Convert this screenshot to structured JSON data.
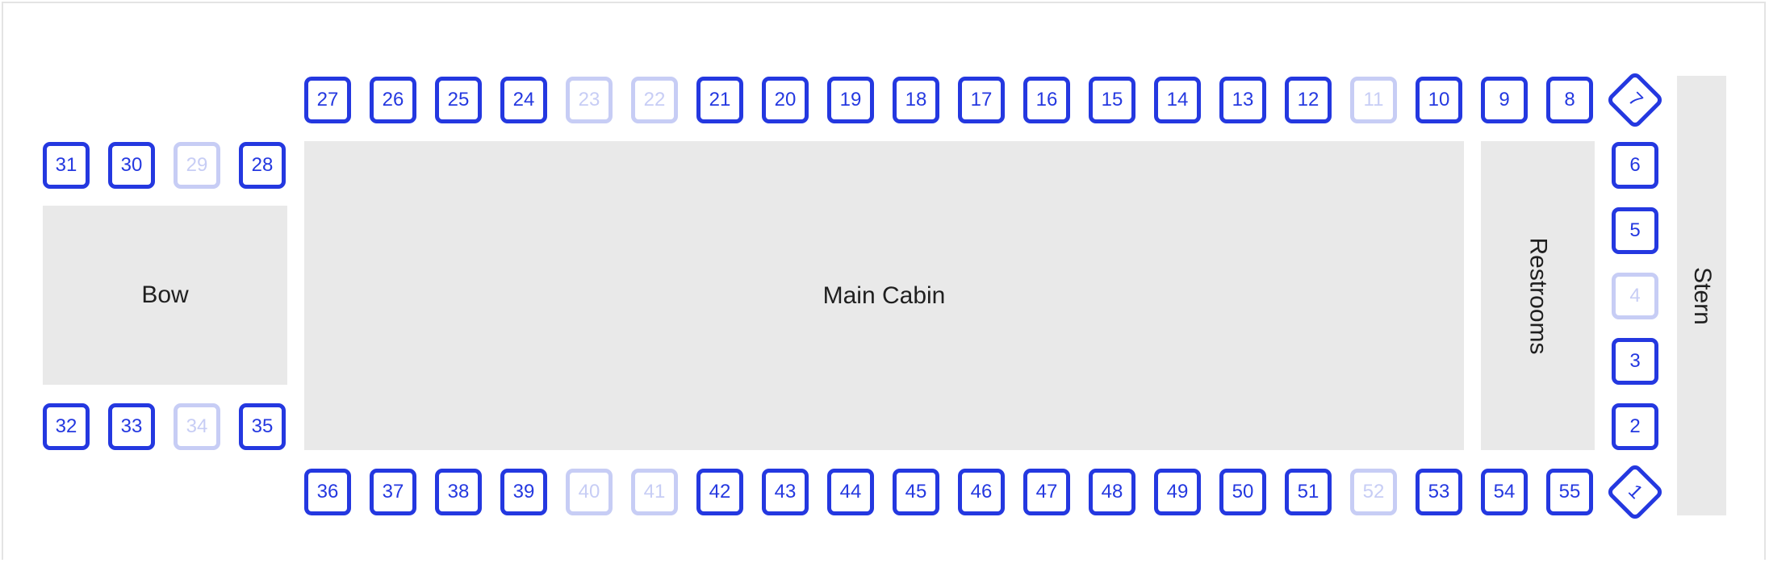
{
  "areas": {
    "bow": "Bow",
    "main_cabin": "Main Cabin",
    "restrooms": "Restrooms",
    "stern": "Stern"
  },
  "colors": {
    "available": "#2438e0",
    "unavailable": "#c7cdf5",
    "area_fill": "#e9e9e9"
  },
  "seats": {
    "top_row": [
      {
        "label": "27",
        "available": true
      },
      {
        "label": "26",
        "available": true
      },
      {
        "label": "25",
        "available": true
      },
      {
        "label": "24",
        "available": true
      },
      {
        "label": "23",
        "available": false
      },
      {
        "label": "22",
        "available": false
      },
      {
        "label": "21",
        "available": true
      },
      {
        "label": "20",
        "available": true
      },
      {
        "label": "19",
        "available": true
      },
      {
        "label": "18",
        "available": true
      },
      {
        "label": "17",
        "available": true
      },
      {
        "label": "16",
        "available": true
      },
      {
        "label": "15",
        "available": true
      },
      {
        "label": "14",
        "available": true
      },
      {
        "label": "13",
        "available": true
      },
      {
        "label": "12",
        "available": true
      },
      {
        "label": "11",
        "available": false
      },
      {
        "label": "10",
        "available": true
      },
      {
        "label": "9",
        "available": true
      },
      {
        "label": "8",
        "available": true
      }
    ],
    "bottom_row": [
      {
        "label": "36",
        "available": true
      },
      {
        "label": "37",
        "available": true
      },
      {
        "label": "38",
        "available": true
      },
      {
        "label": "39",
        "available": true
      },
      {
        "label": "40",
        "available": false
      },
      {
        "label": "41",
        "available": false
      },
      {
        "label": "42",
        "available": true
      },
      {
        "label": "43",
        "available": true
      },
      {
        "label": "44",
        "available": true
      },
      {
        "label": "45",
        "available": true
      },
      {
        "label": "46",
        "available": true
      },
      {
        "label": "47",
        "available": true
      },
      {
        "label": "48",
        "available": true
      },
      {
        "label": "49",
        "available": true
      },
      {
        "label": "50",
        "available": true
      },
      {
        "label": "51",
        "available": true
      },
      {
        "label": "52",
        "available": false
      },
      {
        "label": "53",
        "available": true
      },
      {
        "label": "54",
        "available": true
      },
      {
        "label": "55",
        "available": true
      }
    ],
    "bow_top": [
      {
        "label": "31",
        "available": true
      },
      {
        "label": "30",
        "available": true
      },
      {
        "label": "29",
        "available": false
      },
      {
        "label": "28",
        "available": true
      }
    ],
    "bow_bottom": [
      {
        "label": "32",
        "available": true
      },
      {
        "label": "33",
        "available": true
      },
      {
        "label": "34",
        "available": false
      },
      {
        "label": "35",
        "available": true
      }
    ],
    "stern_column": [
      {
        "label": "6",
        "available": true
      },
      {
        "label": "5",
        "available": true
      },
      {
        "label": "4",
        "available": false
      },
      {
        "label": "3",
        "available": true
      },
      {
        "label": "2",
        "available": true
      }
    ],
    "corner_top": {
      "label": "7",
      "available": true
    },
    "corner_bottom": {
      "label": "1",
      "available": true
    }
  }
}
